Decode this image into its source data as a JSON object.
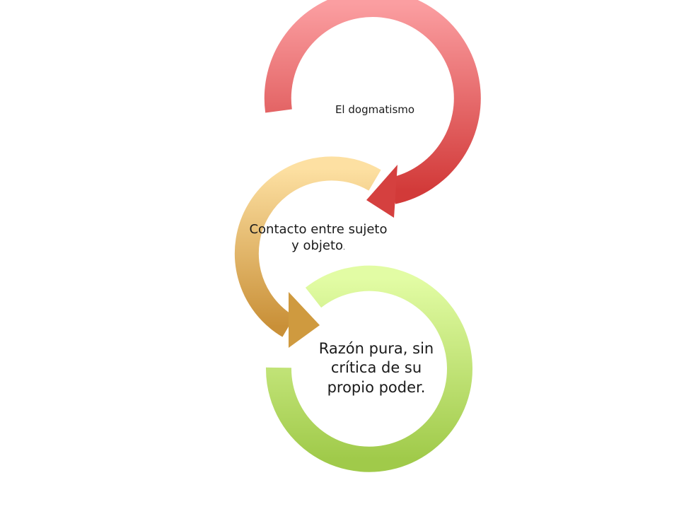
{
  "diagram": {
    "steps": [
      {
        "text": "El dogmatismo",
        "color": "#e05c63"
      },
      {
        "text_main": "Contacto entre sujeto y objeto",
        "text_suffix": ".",
        "color": "#e9b862"
      },
      {
        "text": "Razón pura, sin crítica de su propio poder.",
        "color": "#b4d86a"
      }
    ]
  }
}
